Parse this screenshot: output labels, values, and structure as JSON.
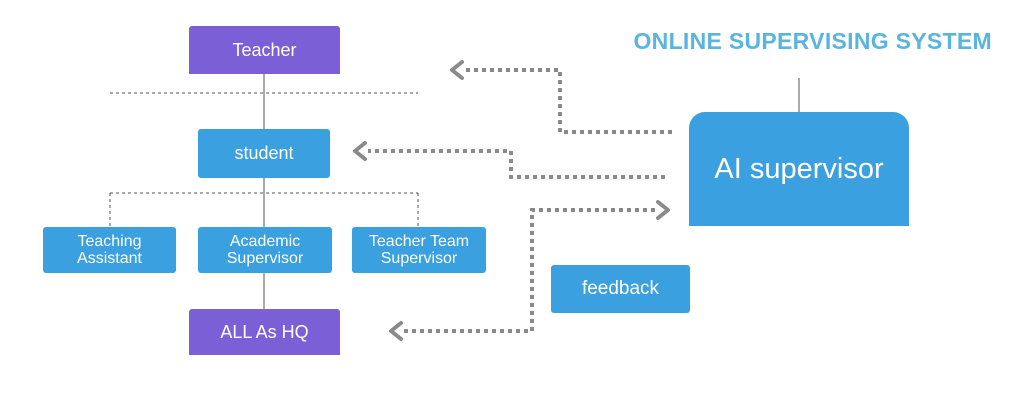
{
  "title": "ONLINE SUPERVISING SYSTEM",
  "nodes": {
    "teacher": "Teacher",
    "student": "student",
    "teaching_assistant": "Teaching Assistant",
    "academic_supervisor": "Academic Supervisor",
    "teacher_team_supervisor": "Teacher Team Supervisor",
    "all_as_hq": "ALL As HQ",
    "ai_supervisor": "AI supervisor",
    "feedback": "feedback"
  },
  "colors": {
    "purple": "#7b5fd6",
    "blue": "#3aa0e0",
    "title": "#5ab4e0",
    "arrow": "#8a8a8a",
    "line": "#555555"
  }
}
